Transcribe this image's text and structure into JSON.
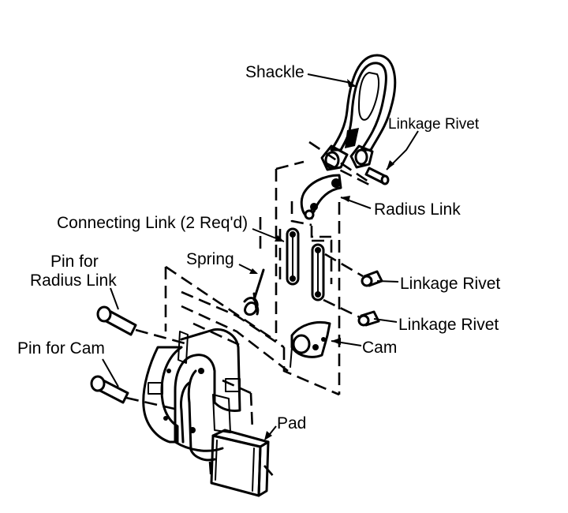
{
  "labels": {
    "shackle": "Shackle",
    "linkage_rivet_top": "Linkage Rivet",
    "radius_link": "Radius Link",
    "connecting_link": "Connecting Link (2 Req'd)",
    "spring": "Spring",
    "linkage_rivet_mid": "Linkage Rivet",
    "linkage_rivet_low": "Linkage Rivet",
    "pin_radius_link_line1": "Pin for",
    "pin_radius_link_line2": "Radius Link",
    "cam": "Cam",
    "pin_for_cam": "Pin for Cam",
    "pad": "Pad"
  }
}
